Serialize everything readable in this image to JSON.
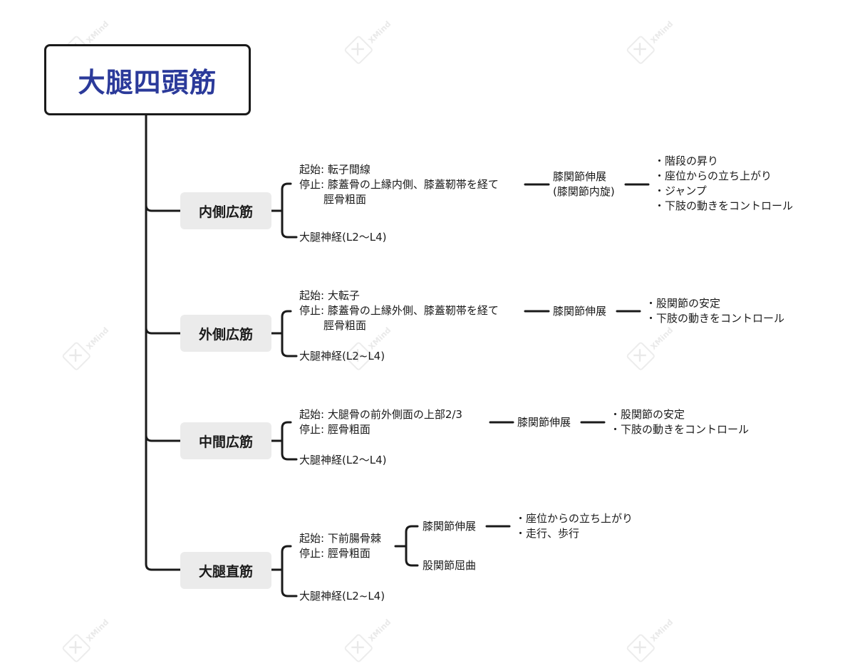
{
  "root": {
    "title": "大腿四頭筋"
  },
  "muscles": [
    {
      "name": "内側広筋",
      "origin": "起始: 転子間線",
      "insertion": "停止: 膝蓋骨の上縁内側、膝蓋靭帯を経て",
      "insertion_cont": "脛骨粗面",
      "nerve": "大腿神経(L2〜L4)",
      "action": "膝関節伸展",
      "action2": "(膝関節内旋)",
      "uses": [
        "・階段の昇り",
        "・座位からの立ち上がり",
        "・ジャンプ",
        "・下肢の動きをコントロール"
      ]
    },
    {
      "name": "外側広筋",
      "origin": "起始: 大転子",
      "insertion": "停止: 膝蓋骨の上縁外側、膝蓋靭帯を経て",
      "insertion_cont": "脛骨粗面",
      "nerve": "大腿神経(L2~L4)",
      "action": "膝関節伸展",
      "uses": [
        "・股関節の安定",
        "・下肢の動きをコントロール"
      ]
    },
    {
      "name": "中間広筋",
      "origin": "起始: 大腿骨の前外側面の上部2/3",
      "insertion": "停止: 脛骨粗面",
      "nerve": "大腿神経(L2〜L4)",
      "action": "膝関節伸展",
      "uses": [
        "・股関節の安定",
        "・下肢の動きをコントロール"
      ]
    },
    {
      "name": "大腿直筋",
      "origin": "起始: 下前腸骨棘",
      "insertion": "停止: 脛骨粗面",
      "nerve": "大腿神経(L2~L4)",
      "action": "膝関節伸展",
      "action_b": "股関節屈曲",
      "uses": [
        "・座位からの立ち上がり",
        "・走行、歩行"
      ]
    }
  ],
  "watermark": {
    "brand": "XMind"
  },
  "colors": {
    "title": "#2b3a9a",
    "node_bg": "#ebebeb",
    "line": "#1a1a1a"
  }
}
